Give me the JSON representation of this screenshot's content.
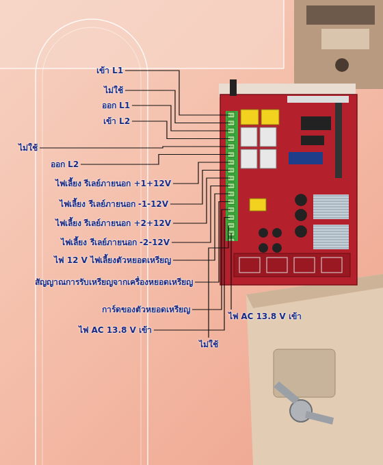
{
  "diagram": {
    "labels": [
      "เข้า L1",
      "ไม่ใช้",
      "ออก L1",
      "เข้า L2",
      "ไม่ใช้",
      "ออก L2",
      "ไฟเลี้ยง รีเลย์ภายนอก +1+12V",
      "ไฟเลี้ยง รีเลย์ภายนอก -1-12V",
      "ไฟเลี้ยง รีเลย์ภายนอก +2+12V",
      "ไฟเลี้ยง รีเลย์ภายนอก -2-12V",
      "ไฟ 12 V ไฟเลี้ยงตัวหยอดเหรียญ",
      "สัญญาณการรับเหรียญจากเครื่องหยอดเหรียญ",
      "การ์ดของตัวหยอดเหรียญ",
      "ไฟ AC 13.8 V เข้า",
      "ไม่ใช้",
      "ไฟ AC 13.8 V เข้า"
    ]
  }
}
